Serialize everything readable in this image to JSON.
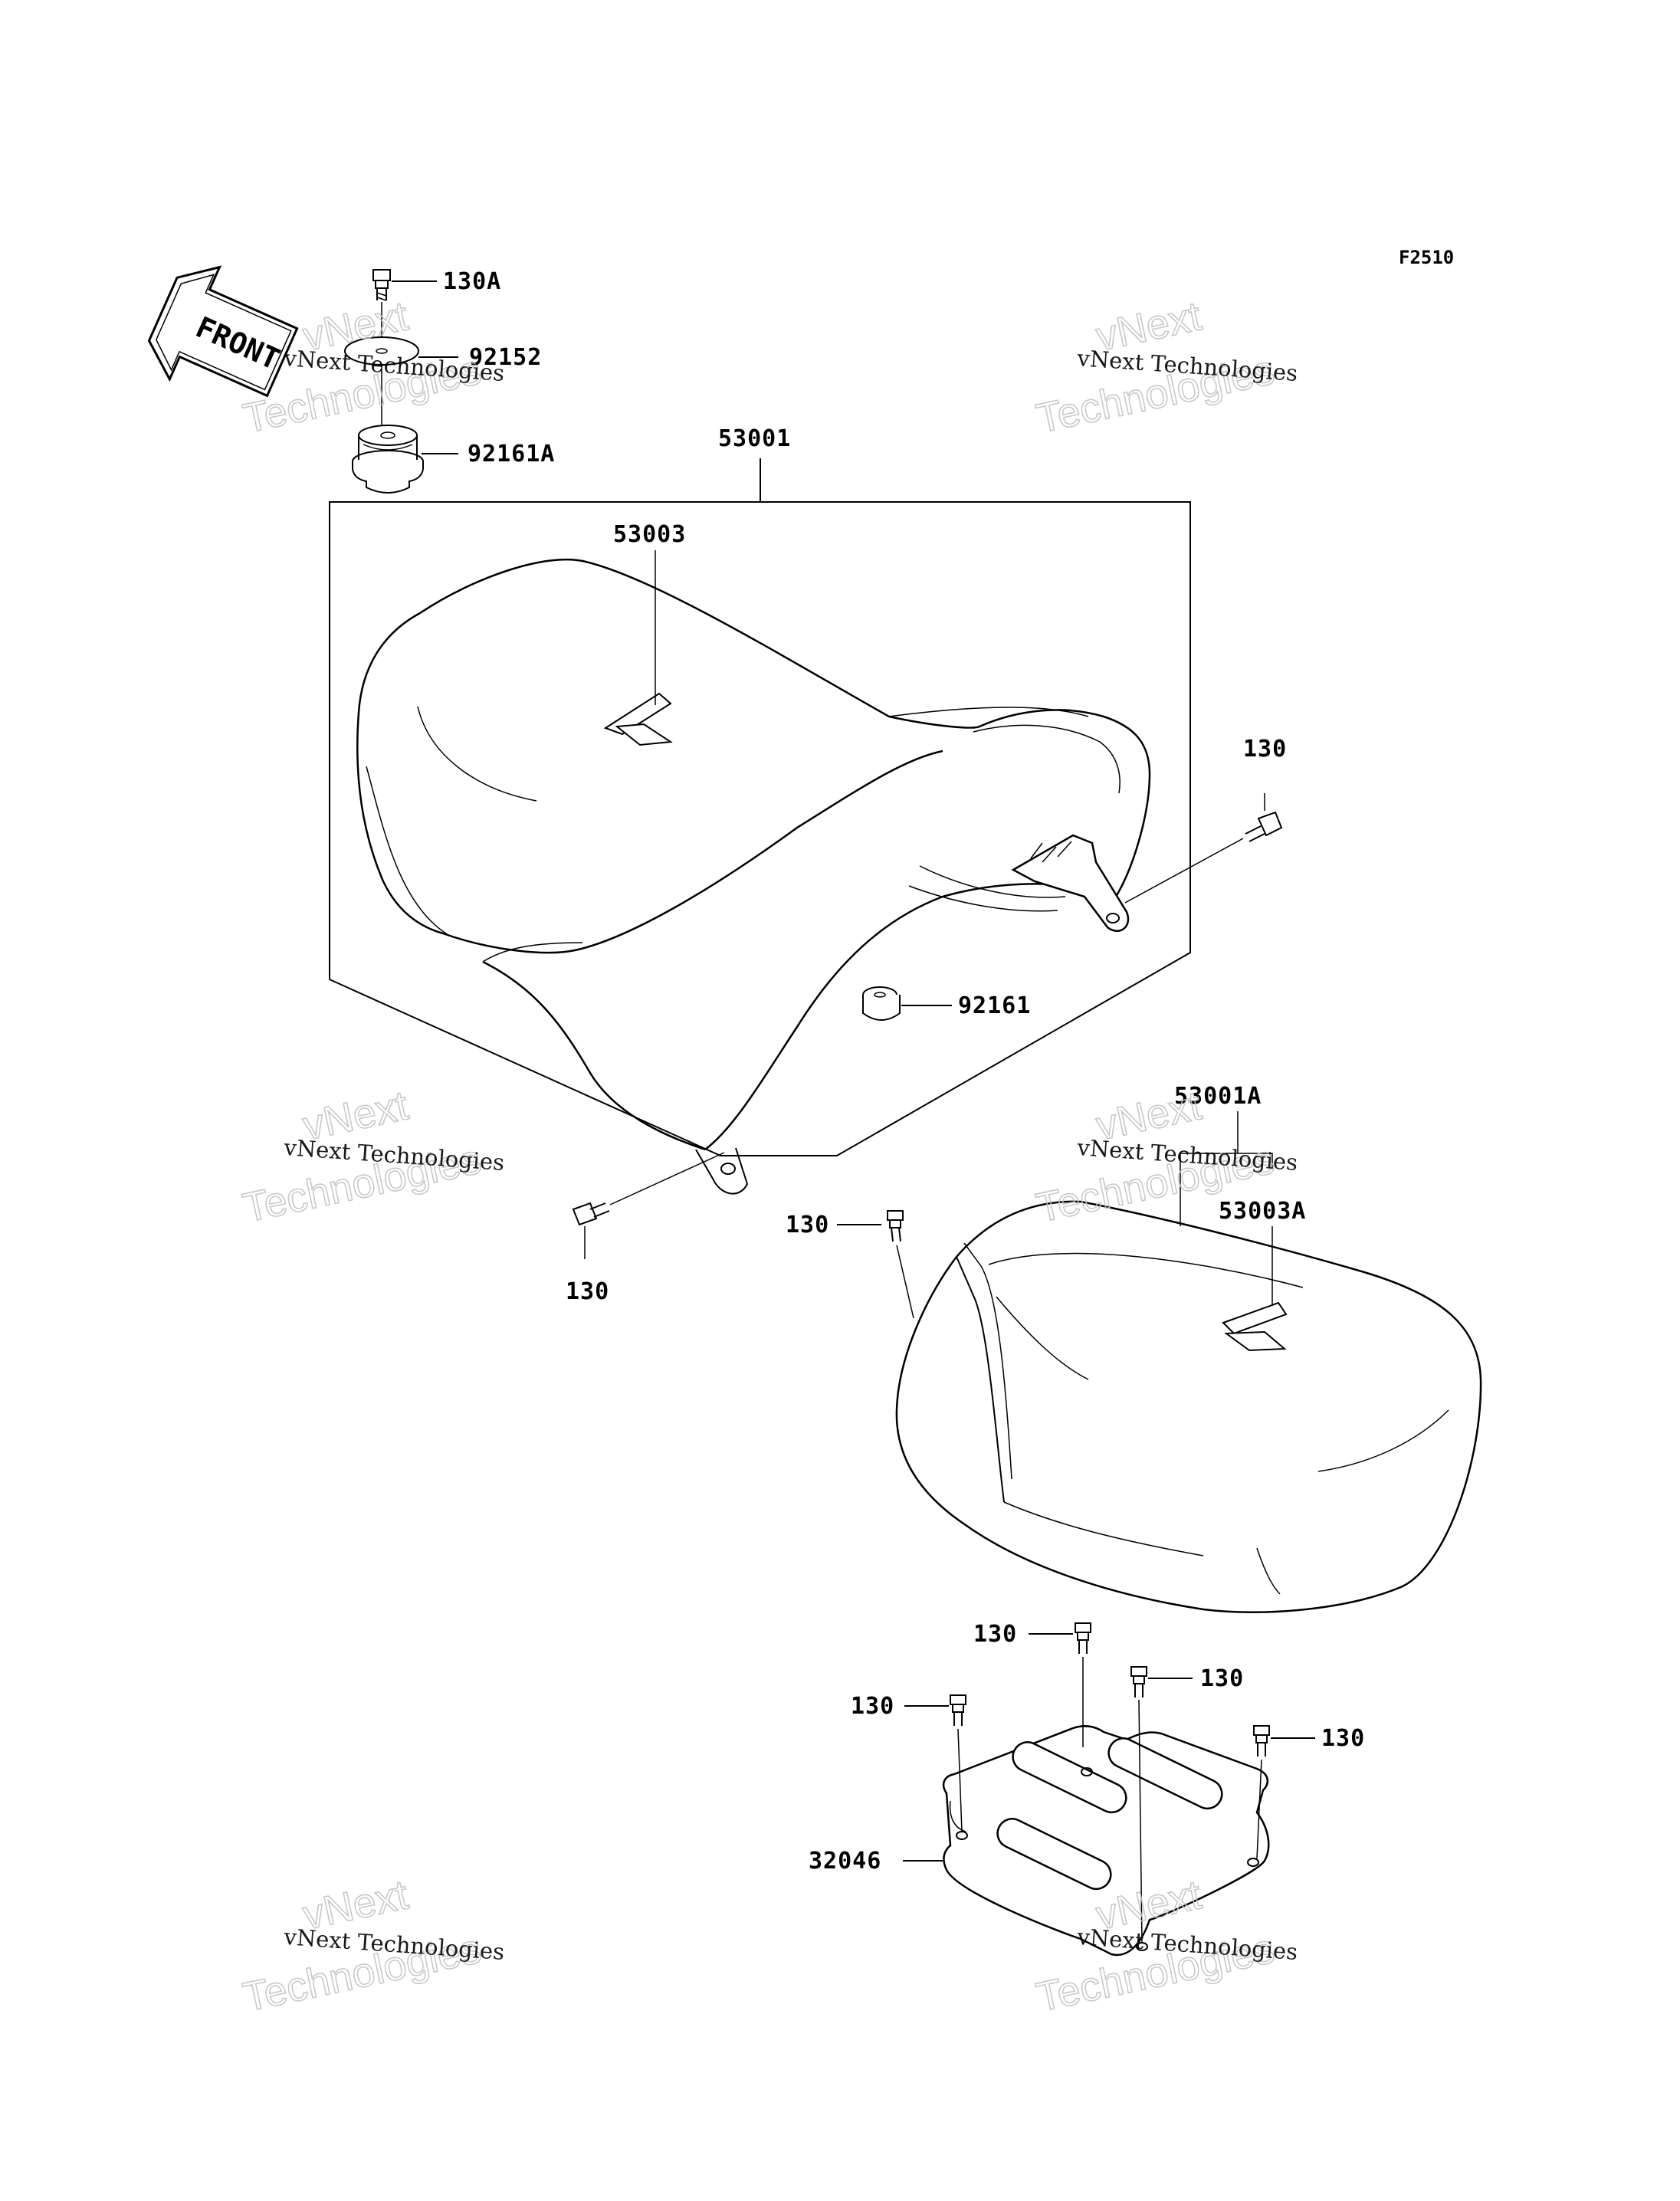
{
  "figure_code": "F2510",
  "front_arrow": "FRONT",
  "watermark": {
    "line1": "vNext Technologies",
    "line2": "vNext",
    "line3": "Technologies"
  },
  "callouts": {
    "c130A": "130A",
    "c92152": "92152",
    "c92161A": "92161A",
    "c53001": "53001",
    "c53003": "53003",
    "c130_right": "130",
    "c92161": "92161",
    "c130_lower": "130",
    "c53001A": "53001A",
    "c53003A": "53003A",
    "c130_rear": "130",
    "c130_p1": "130",
    "c130_p2": "130",
    "c130_p3": "130",
    "c130_p4": "130",
    "c32046": "32046"
  }
}
